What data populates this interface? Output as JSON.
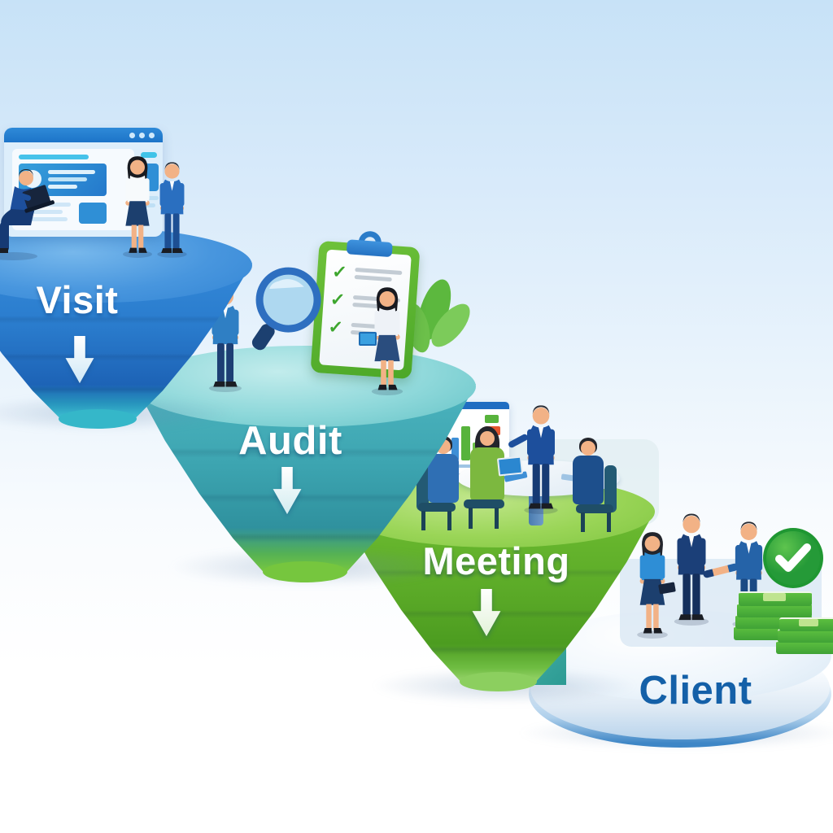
{
  "diagram": {
    "type": "funnel-flow",
    "description": "Four-stage sales funnel illustration descending from top-left to bottom-right",
    "background": {
      "top": "#c7e2f7",
      "bottom": "#ffffff"
    },
    "stages": [
      {
        "label": "Visit",
        "surface_color": "#4f9de2",
        "body_color": "#2573c6",
        "tip_color": "#35b7c9",
        "label_color": "#ffffff",
        "arrow_icon": "down-arrow-icon",
        "scene": "visitors browsing a large website screen"
      },
      {
        "label": "Audit",
        "surface_color": "#8ed8da",
        "body_color": "#3aa2ae",
        "tip_color": "#76c63e",
        "label_color": "#ffffff",
        "arrow_icon": "down-arrow-icon",
        "scene": "man with magnifying glass reviewing a checklist clipboard"
      },
      {
        "label": "Meeting",
        "surface_color": "#9ad557",
        "body_color": "#58a826",
        "tip_color": "#8ccf5f",
        "label_color": "#ffffff",
        "arrow_icon": "down-arrow-icon",
        "scene": "four people meeting around a table with a chart board"
      },
      {
        "label": "Client",
        "surface_color": "#f6fafd",
        "body_color": "#d7e6f4",
        "tip_color": "#3e86c6",
        "label_color": "#1460a8",
        "arrow_icon": null,
        "scene": "handshake deal with green checkmark badge and cash stacks"
      }
    ],
    "icons": [
      "browser-window-icon",
      "down-arrow-icon",
      "magnifier-icon",
      "clipboard-icon",
      "presentation-chart-icon",
      "check-circle-icon",
      "money-stack-icon"
    ],
    "check_glyph": "✓"
  }
}
